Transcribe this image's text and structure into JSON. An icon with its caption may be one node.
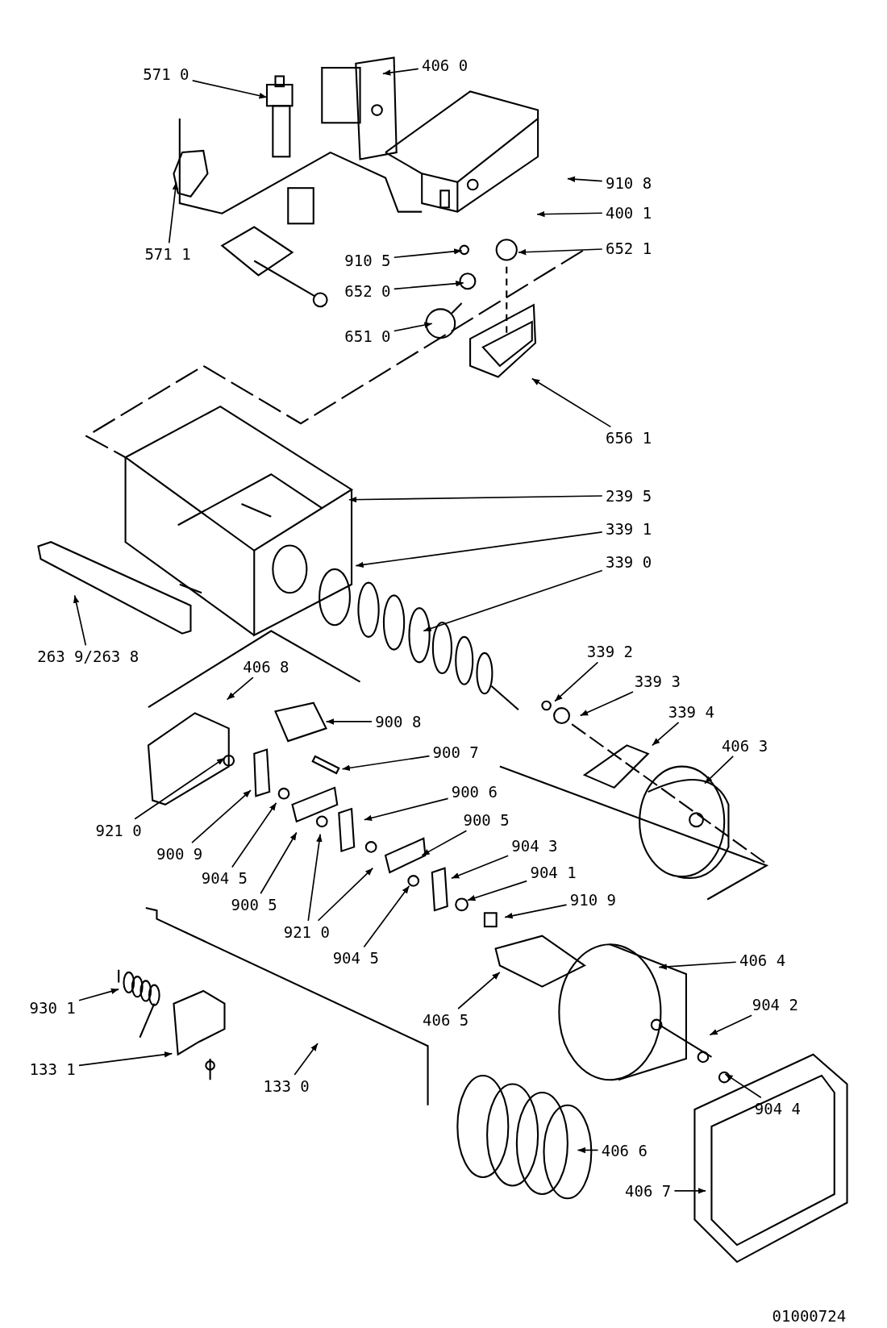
{
  "diagram": {
    "nodes": [
      {
        "text": [
          "571 0"
        ]
      },
      {
        "text": [
          "406 0"
        ]
      },
      {
        "text": [
          "910 8"
        ]
      },
      {
        "text": [
          "400 1"
        ]
      },
      {
        "text": [
          "652 1"
        ]
      },
      {
        "text": [
          "571 1"
        ]
      },
      {
        "text": [
          "910 5"
        ]
      },
      {
        "text": [
          "652 0"
        ]
      },
      {
        "text": [
          "651 0"
        ]
      },
      {
        "text": [
          "656 1"
        ]
      },
      {
        "text": [
          "239 5"
        ]
      },
      {
        "text": [
          "339 1"
        ]
      },
      {
        "text": [
          "339 0"
        ]
      },
      {
        "text": [
          "263 9/263 8"
        ]
      },
      {
        "text": [
          "339 2"
        ]
      },
      {
        "text": [
          "339 3"
        ]
      },
      {
        "text": [
          "339 4"
        ]
      },
      {
        "text": [
          "406 8"
        ]
      },
      {
        "text": [
          "900 8"
        ]
      },
      {
        "text": [
          "900 7"
        ]
      },
      {
        "text": [
          "406 3"
        ]
      },
      {
        "text": [
          "900 6"
        ]
      },
      {
        "text": [
          "900 5"
        ]
      },
      {
        "text": [
          "921 0"
        ]
      },
      {
        "text": [
          "900 9"
        ]
      },
      {
        "text": [
          "904 5"
        ]
      },
      {
        "text": [
          "900 5"
        ]
      },
      {
        "text": [
          "904 3"
        ]
      },
      {
        "text": [
          "904 1"
        ]
      },
      {
        "text": [
          "910 9"
        ]
      },
      {
        "text": [
          "921 0"
        ]
      },
      {
        "text": [
          "904 5"
        ]
      },
      {
        "text": [
          "406 4"
        ]
      },
      {
        "text": [
          "930 1"
        ]
      },
      {
        "text": [
          "904 2"
        ]
      },
      {
        "text": [
          "133 1"
        ]
      },
      {
        "text": [
          "133 0"
        ]
      },
      {
        "text": [
          "406 5"
        ]
      },
      {
        "text": [
          "904 4"
        ]
      },
      {
        "text": [
          "406 6"
        ]
      },
      {
        "text": [
          "406 7"
        ]
      }
    ],
    "edges": [
      {
        "from": 0,
        "to": null,
        "arrow": "to"
      },
      {
        "from": 1,
        "to": null,
        "arrow": "to"
      },
      {
        "from": 2,
        "to": null,
        "arrow": "to"
      },
      {
        "from": 3,
        "to": null,
        "arrow": "to"
      },
      {
        "from": 4,
        "to": null,
        "arrow": "to"
      },
      {
        "from": 5,
        "to": null,
        "arrow": "to"
      },
      {
        "from": 6,
        "to": null,
        "arrow": "to"
      },
      {
        "from": 7,
        "to": null,
        "arrow": "to"
      },
      {
        "from": 8,
        "to": null,
        "arrow": "to"
      },
      {
        "from": 9,
        "to": null,
        "arrow": "to"
      },
      {
        "from": 10,
        "to": null,
        "arrow": "to"
      },
      {
        "from": 11,
        "to": null,
        "arrow": "to"
      },
      {
        "from": 12,
        "to": null,
        "arrow": "to"
      },
      {
        "from": 13,
        "to": null,
        "arrow": "to"
      },
      {
        "from": 14,
        "to": null,
        "arrow": "to"
      },
      {
        "from": 15,
        "to": null,
        "arrow": "to"
      },
      {
        "from": 16,
        "to": null,
        "arrow": "to"
      },
      {
        "from": 17,
        "to": null,
        "arrow": "to"
      },
      {
        "from": 18,
        "to": null,
        "arrow": "to"
      },
      {
        "from": 19,
        "to": null,
        "arrow": "to"
      },
      {
        "from": 20,
        "to": null,
        "arrow": "to"
      },
      {
        "from": 21,
        "to": null,
        "arrow": "to"
      },
      {
        "from": 22,
        "to": null,
        "arrow": "to"
      },
      {
        "from": 23,
        "to": null,
        "arrow": "to"
      },
      {
        "from": 24,
        "to": null,
        "arrow": "to"
      },
      {
        "from": 25,
        "to": null,
        "arrow": "to"
      },
      {
        "from": 26,
        "to": null,
        "arrow": "to"
      },
      {
        "from": 27,
        "to": null,
        "arrow": "to"
      },
      {
        "from": 28,
        "to": null,
        "arrow": "to"
      },
      {
        "from": 29,
        "to": null,
        "arrow": "to"
      },
      {
        "from": 30,
        "to": null,
        "arrow": "to"
      },
      {
        "from": 30,
        "to": null,
        "arrow": "to"
      },
      {
        "from": 31,
        "to": null,
        "arrow": "to"
      },
      {
        "from": 32,
        "to": null,
        "arrow": "to"
      },
      {
        "from": 33,
        "to": null,
        "arrow": "to"
      },
      {
        "from": 34,
        "to": null,
        "arrow": "to"
      },
      {
        "from": 35,
        "to": null,
        "arrow": "to"
      },
      {
        "from": 36,
        "to": null,
        "arrow": "to"
      },
      {
        "from": 37,
        "to": null,
        "arrow": "to"
      },
      {
        "from": 38,
        "to": null,
        "arrow": "to"
      },
      {
        "from": 39,
        "to": null,
        "arrow": "to"
      },
      {
        "from": 40,
        "to": null,
        "arrow": "to"
      }
    ],
    "labels": [
      "01000724"
    ]
  }
}
